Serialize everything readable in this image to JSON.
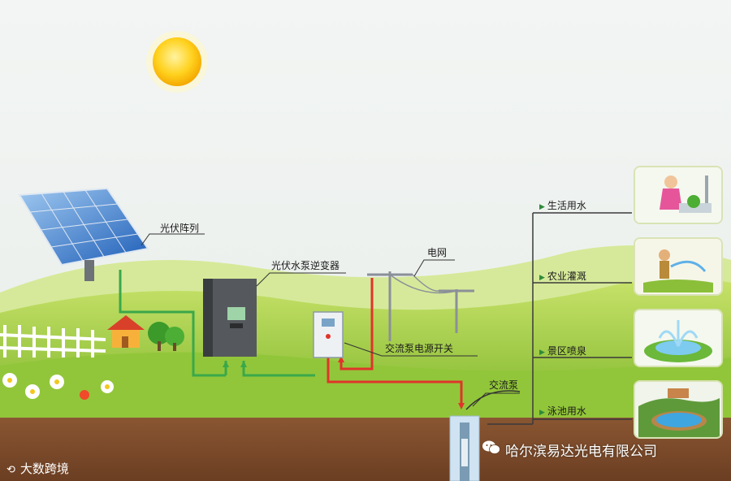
{
  "labels": {
    "pv_array": "光伏阵列",
    "inverter": "光伏水泵逆变器",
    "grid": "电网",
    "power_switch": "交流泵电源开关",
    "ac_pump": "交流泵"
  },
  "uses": [
    {
      "label": "生活用水"
    },
    {
      "label": "农业灌溉"
    },
    {
      "label": "景区喷泉"
    },
    {
      "label": "泳池用水"
    }
  ],
  "company": "哈尔滨易达光电有限公司",
  "watermark": "大数跨境",
  "colors": {
    "sky": "#eef2f0",
    "grass": "#9ccc3a",
    "soil": "#7a4a2c",
    "dc_line": "#3aa84a",
    "ac_line": "#e0342a",
    "sun": "#ffd21f"
  }
}
